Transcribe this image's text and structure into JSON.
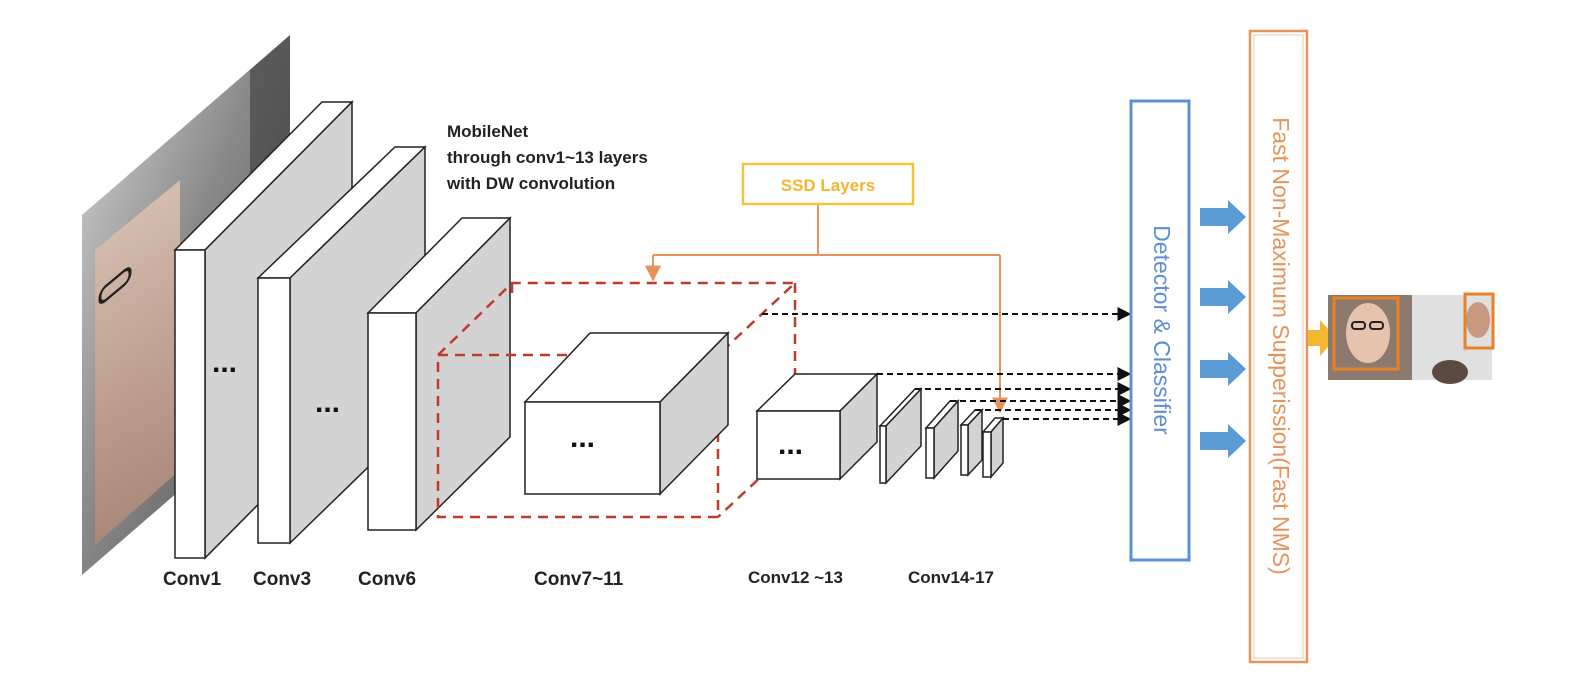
{
  "annotation": {
    "line1": "MobileNet",
    "line2": "through conv1~13 layers",
    "line3": "with DW convolution"
  },
  "ssd": {
    "label": "SSD Layers"
  },
  "detector": {
    "label": "Detector & Classifier"
  },
  "nms": {
    "label": "Fast Non-Maximum Supperission(Fast NMS)"
  },
  "layers": {
    "conv1": "Conv1",
    "conv3": "Conv3",
    "conv6": "Conv6",
    "conv7_11": "Conv7~11",
    "conv12_13": "Conv12 ~13",
    "conv14_17": "Conv14-17"
  },
  "ellipsis": "...",
  "colors": {
    "detector_blue": "#5b8fd6",
    "nms_orange": "#e8935a",
    "ssd_yellow": "#f2c53d",
    "ssd_line": "#e8935a",
    "dashed_red": "#c0392b",
    "arrow_blue": "#5b9bd5",
    "arrow_yellow": "#f2b631",
    "block_face": "#ffffff",
    "block_side": "#d3d3d3"
  }
}
